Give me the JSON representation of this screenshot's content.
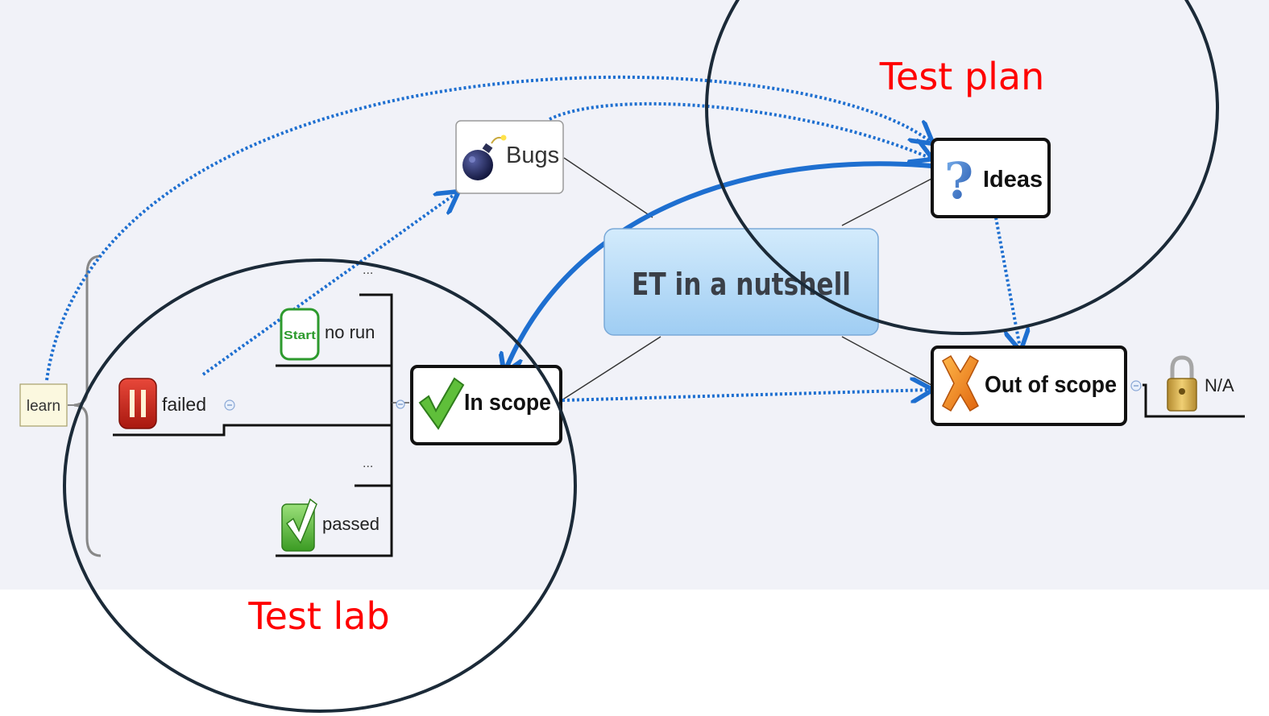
{
  "mindmap": {
    "central_topic": "ET in a nutshell",
    "nodes": {
      "bugs": "Bugs",
      "ideas": "Ideas",
      "in_scope": "In scope",
      "out_of_scope": "Out of scope",
      "learn": "learn",
      "failed": "failed",
      "no_run": "no run",
      "passed": "passed",
      "ellipsis_top": "...",
      "ellipsis_mid": "...",
      "na": "N/A"
    },
    "icons": {
      "bugs": "bomb-icon",
      "ideas": "question-mark-icon",
      "in_scope": "checkmark-icon",
      "out_of_scope": "cross-icon",
      "failed": "pause-icon",
      "no_run": "start-icon",
      "passed": "check-box-icon",
      "na": "padlock-icon"
    },
    "start_icon_text": "Start"
  },
  "annotations": {
    "test_plan": "Test plan",
    "test_lab": "Test lab"
  },
  "colors": {
    "annotation": "#ff0000",
    "link": "#1e6fd0",
    "ellipse": "#1b2a38",
    "central_fill": "#a9d3f5"
  }
}
